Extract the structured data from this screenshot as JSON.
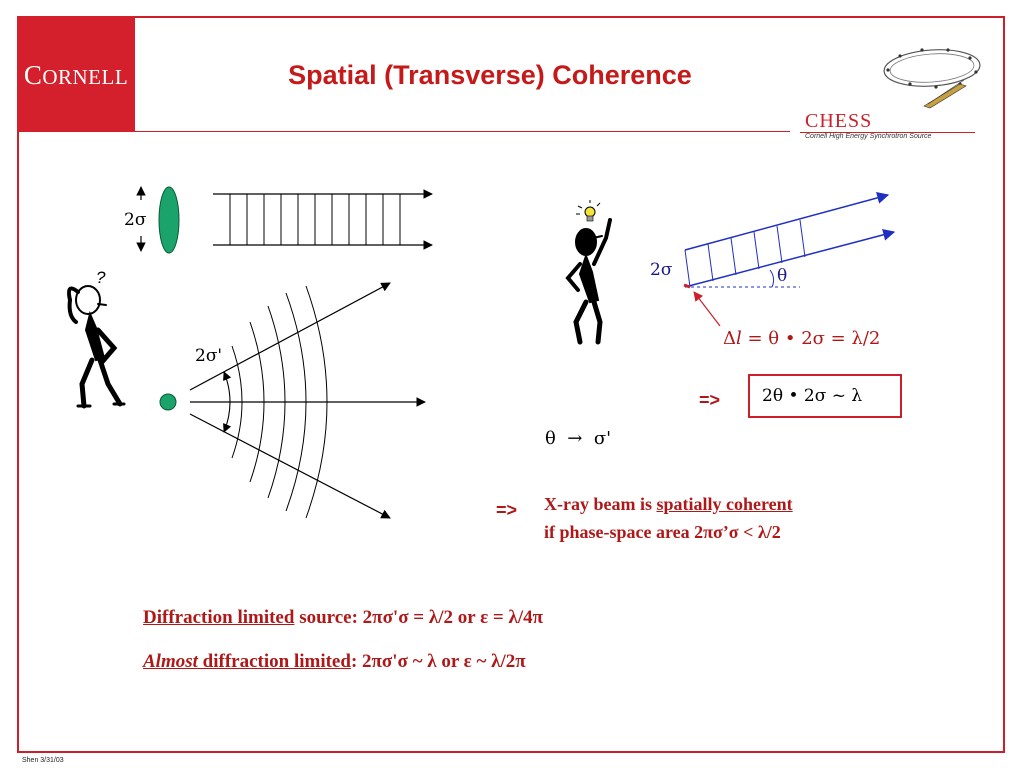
{
  "logo": {
    "text_big": "C",
    "text_rest": "ORNELL"
  },
  "title": "Spatial (Transverse) Coherence",
  "chess": {
    "name": "CHESS",
    "subtitle": "Cornell High Energy Synchrotron Source"
  },
  "left_diagram": {
    "beam_size_label": "2σ",
    "divergence_label": "2σ'",
    "question_mark": "?"
  },
  "right_diagram": {
    "beam_label": "2σ",
    "angle_label": "θ",
    "delta_l_eq": {
      "delta": "Δ",
      "l": "l",
      "rest": " = θ • 2σ = λ/2"
    },
    "arrow_implies": "=>",
    "boxed_eq": "2θ • 2σ ~ λ",
    "theta_to_sigma": {
      "theta": "θ",
      "arrow": "→",
      "sigma": "σ'"
    }
  },
  "conclusion": {
    "arrow": "=>",
    "line1_prefix": "X-ray beam is ",
    "line1_underlined": "spatially coherent",
    "line2": "if phase-space area 2πσ’σ < λ/2"
  },
  "diffraction_limited": {
    "term": "Diffraction limited",
    "rest": " source:   2πσ'σ = λ/2   or   ε = λ/4π"
  },
  "almost_limited": {
    "term_italic": "Almost",
    "term_rest": " diffraction limited",
    "rest": ":   2πσ'σ ~ λ   or   ε ~ λ/2π"
  },
  "footer": "Shen 3/31/03",
  "colors": {
    "accent_red": "#cc1f2a",
    "beam_blue": "#1f2fc4",
    "source_green": "#1aa36a"
  }
}
